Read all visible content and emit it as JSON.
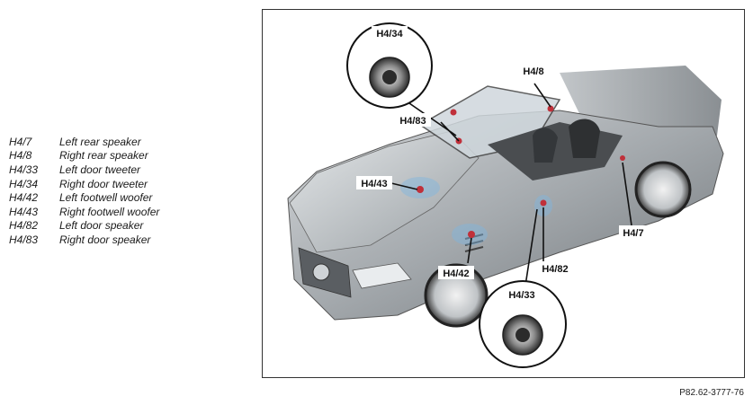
{
  "legend": [
    {
      "code": "H4/7",
      "desc": "Left rear speaker"
    },
    {
      "code": "H4/8",
      "desc": "Right rear speaker"
    },
    {
      "code": "H4/33",
      "desc": "Left door tweeter"
    },
    {
      "code": "H4/34",
      "desc": "Right door tweeter"
    },
    {
      "code": "H4/42",
      "desc": "Left footwell woofer"
    },
    {
      "code": "H4/43",
      "desc": "Right footwell woofer"
    },
    {
      "code": "H4/82",
      "desc": "Left door speaker"
    },
    {
      "code": "H4/83",
      "desc": "Right door speaker"
    }
  ],
  "callouts": {
    "h4_34": "H4/34",
    "h4_8": "H4/8",
    "h4_83": "H4/83",
    "h4_43": "H4/43",
    "h4_7": "H4/7",
    "h4_82": "H4/82",
    "h4_42": "H4/42",
    "h4_33": "H4/33"
  },
  "reference": "P82.62-3777-76",
  "colors": {
    "speaker_marker": "#c0303a",
    "car_body": "#9ea3a7",
    "hood_highlight": "#c9cdd0"
  }
}
